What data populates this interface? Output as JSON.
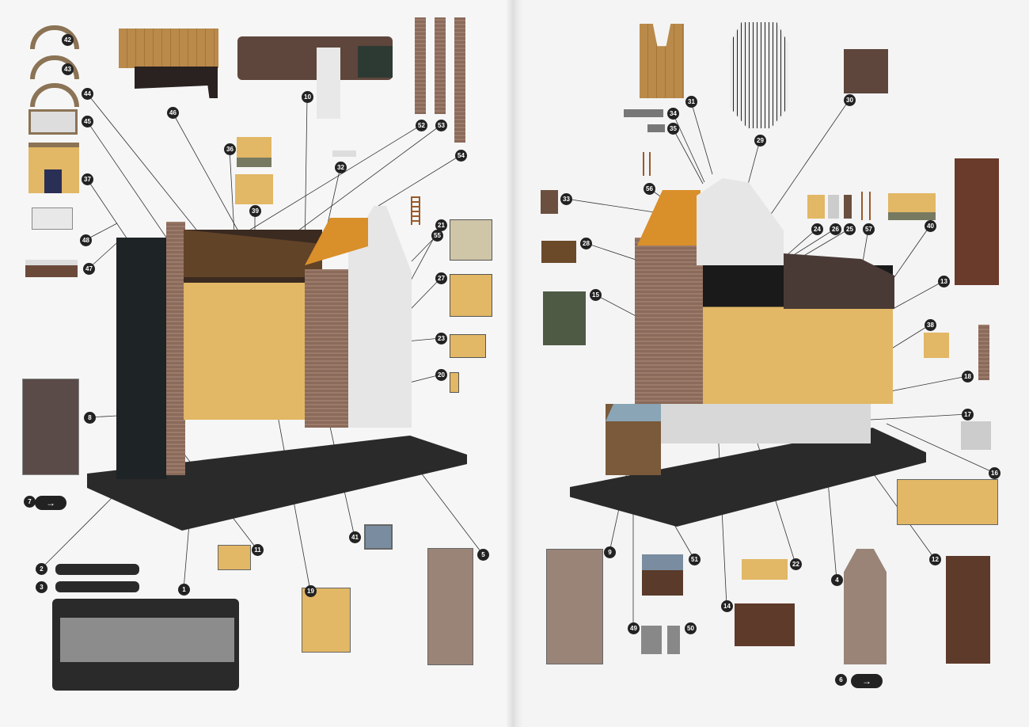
{
  "document": {
    "type": "paper model assembly diagram",
    "left_page": {
      "part_numbers": [
        "42",
        "43",
        "44",
        "45",
        "46",
        "36",
        "10",
        "52",
        "53",
        "54",
        "32",
        "37",
        "39",
        "48",
        "47",
        "55",
        "21",
        "27",
        "23",
        "20",
        "8",
        "2",
        "3",
        "1",
        "11",
        "19",
        "41",
        "5"
      ],
      "direction_marker": {
        "number": "7",
        "arrow": "→"
      }
    },
    "right_page": {
      "part_numbers": [
        "31",
        "34",
        "35",
        "30",
        "29",
        "33",
        "56",
        "24",
        "26",
        "25",
        "57",
        "40",
        "28",
        "15",
        "13",
        "38",
        "18",
        "17",
        "16",
        "9",
        "51",
        "22",
        "4",
        "12",
        "14",
        "49",
        "50"
      ],
      "direction_marker": {
        "number": "6",
        "arrow": "→"
      }
    }
  },
  "colors": {
    "brick": "#8a6a5a",
    "wood": "#b98a4a",
    "wall": "#e2b765",
    "roof": "#d98f2a",
    "base": "#2a2a2a",
    "badge": "#222222",
    "dark_facade": "#1e2326"
  }
}
